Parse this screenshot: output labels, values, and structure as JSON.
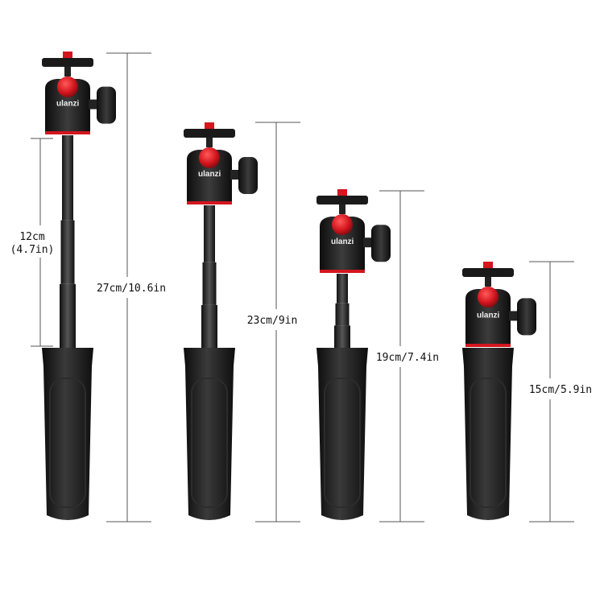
{
  "brand_logo": "ulanzi",
  "measurements": {
    "extension_segment": {
      "cm": "12cm",
      "in": "(4.7in)"
    },
    "heights": [
      "27cm/10.6in",
      "23cm/9in",
      "19cm/7.4in",
      "15cm/5.9in"
    ]
  },
  "colors": {
    "accent_red": "#d4161e",
    "body_black": "#1b1b1b",
    "line_gray": "#555555"
  }
}
